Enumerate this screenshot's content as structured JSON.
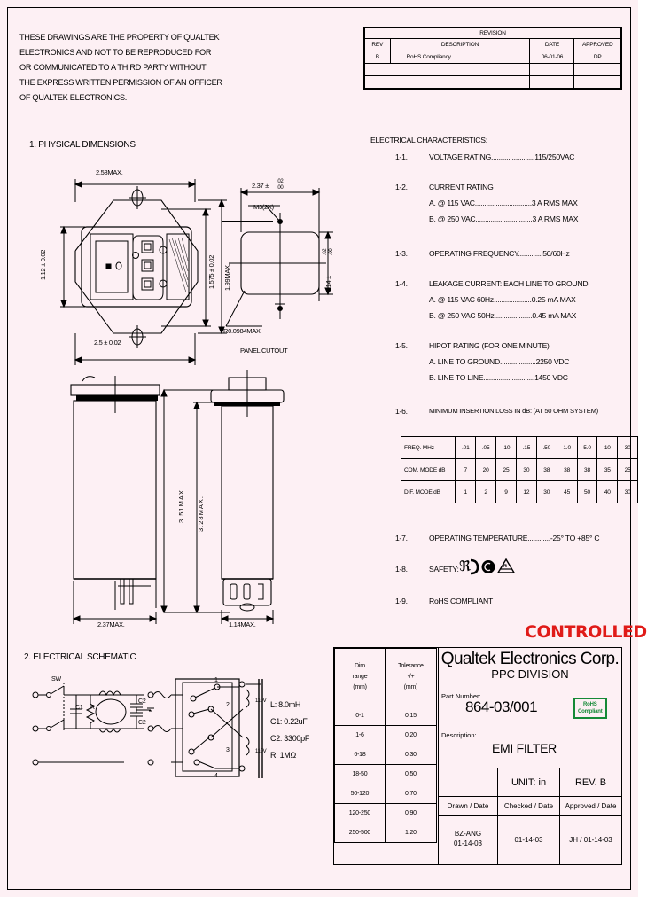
{
  "sheet": {
    "proprietary_notes": [
      "THESE DRAWINGS ARE THE PROPERTY OF QUALTEK",
      "ELECTRONICS AND NOT TO BE REPRODUCED FOR",
      "OR COMMUNICATED TO A THIRD PARTY WITHOUT",
      "THE EXPRESS WRITTEN PERMISSION OF AN OFFICER",
      "OF QUALTEK ELECTRONICS."
    ],
    "controlled_stamp": "CONTROLLED",
    "controlled_color": "#e01b18"
  },
  "revision_table": {
    "title": "REVISION",
    "headers": [
      "REV",
      "DESCRIPTION",
      "DATE",
      "APPROVED"
    ],
    "rows": [
      {
        "rev": "B",
        "description": "RoHS Compliancy",
        "date": "06-01-06",
        "approved": "DP"
      },
      {
        "rev": "",
        "description": "",
        "date": "",
        "approved": ""
      },
      {
        "rev": "",
        "description": "",
        "date": "",
        "approved": ""
      }
    ]
  },
  "sections": {
    "physical": "1.  PHYSICAL DIMENSIONS",
    "schematic": "2.  ELECTRICAL SCHEMATIC"
  },
  "dimensions": {
    "front_width_max": "2.58MAX.",
    "front_width_tol": "2.5 ± 0.02",
    "front_height_left": "1.12 ± 0.02",
    "front_height_mid": "1.575 ± 0.02",
    "front_height_max": "1.99MAX.",
    "cutout_width": "2.37 ±",
    "cutout_width_tol_up": ".02",
    "cutout_width_tol_dn": ".00",
    "cutout_screw": "M3(2X)",
    "cutout_height": "1.14 ±",
    "cutout_height_tol_up": ".02",
    "cutout_height_tol_dn": ".00",
    "cutout_radius": "R0.0984MAX.",
    "cutout_caption": "PANEL CUTOUT",
    "side_len_overall": "3.51MAX.",
    "side_len_body": "3.28MAX.",
    "side_width_left": "2.37MAX.",
    "side_width_right": "1.14MAX."
  },
  "electrical": {
    "title": "ELECTRICAL CHARACTERISTICS:",
    "items": [
      {
        "num": "1-1.",
        "text": "VOLTAGE RATING.......................115/250VAC",
        "subs": []
      },
      {
        "num": "1-2.",
        "text": "CURRENT RATING",
        "subs": [
          "A. @ 115 VAC..............................3 A RMS MAX",
          "B. @ 250 VAC..............................3 A RMS MAX"
        ]
      },
      {
        "num": "1-3.",
        "text": "OPERATING FREQUENCY.............50/60Hz",
        "subs": []
      },
      {
        "num": "1-4.",
        "text": "LEAKAGE CURRENT:  EACH LINE TO GROUND",
        "subs": [
          "A. @ 115 VAC 60Hz....................0.25  mA MAX",
          "B. @ 250 VAC 50Hz....................0.45  mA MAX"
        ]
      },
      {
        "num": "1-5.",
        "text": "HIPOT RATING (FOR ONE MINUTE)",
        "subs": [
          "A. LINE TO GROUND...................2250 VDC",
          "B. LINE TO LINE...........................1450 VDC"
        ]
      },
      {
        "num": "1-6.",
        "text": "MINIMUM INSERTION LOSS IN dB: (AT 50 OHM SYSTEM)",
        "subs": []
      },
      {
        "num": "1-7.",
        "text": "OPERATING TEMPERATURE............-25° TO +85° C",
        "subs": []
      },
      {
        "num": "1-8.",
        "text": "SAFETY:",
        "subs": []
      },
      {
        "num": "1-9.",
        "text": "RoHS COMPLIANT",
        "subs": []
      }
    ],
    "safety_marks": [
      "ul-recognized-icon",
      "ce-mark-icon",
      "tuv-triangle-icon"
    ]
  },
  "insertion_loss_table": {
    "row_labels": [
      "FREQ. MHz",
      "COM. MODE dB",
      "DIF. MODE dB"
    ],
    "frequencies": [
      ".01",
      ".05",
      ".10",
      ".15",
      ".50",
      "1.0",
      "5.0",
      "10",
      "30"
    ],
    "common_mode": [
      "7",
      "20",
      "25",
      "30",
      "38",
      "38",
      "38",
      "35",
      "25"
    ],
    "differential_mode": [
      "1",
      "2",
      "9",
      "12",
      "30",
      "45",
      "50",
      "40",
      "30"
    ]
  },
  "schematic": {
    "switch_label": "SW",
    "component_values": [
      "L:   8.0mH",
      "C1: 0.22uF",
      "C2: 3300pF",
      "R:   1MΩ"
    ],
    "terminal_numbers": [
      "1",
      "2",
      "3",
      "4"
    ],
    "winding_labels": [
      "110V",
      "110V"
    ],
    "cap_labels": [
      "C1",
      "R",
      "C2",
      "C2"
    ]
  },
  "title_block": {
    "tolerance_header": {
      "col1": [
        "Dim",
        "range",
        "(mm)"
      ],
      "col2": [
        "Tolerance",
        "-/+",
        "(mm)"
      ]
    },
    "tolerance_rows": [
      {
        "range": "0-1",
        "tol": "0.15"
      },
      {
        "range": "1-6",
        "tol": "0.20"
      },
      {
        "range": "6-18",
        "tol": "0.30"
      },
      {
        "range": "18-50",
        "tol": "0.50"
      },
      {
        "range": "50-120",
        "tol": "0.70"
      },
      {
        "range": "120-250",
        "tol": "0.90"
      },
      {
        "range": "250-500",
        "tol": "1.20"
      }
    ],
    "company": "Qualtek Electronics Corp.",
    "division": "PPC  DIVISION",
    "part_number_label": "Part Number:",
    "part_number": "864-03/001",
    "rohs_badge": [
      "RoHS",
      "Compliant"
    ],
    "rohs_color": "#158a37",
    "description_label": "Description:",
    "description": "EMI FILTER",
    "unit_label": "UNIT: in",
    "rev_label": "REV. B",
    "drawn_label": "Drawn / Date",
    "checked_label": "Checked / Date",
    "approved_label": "Approved / Date",
    "drawn_value_1": "BZ-ANG",
    "drawn_value_2": "01-14-03",
    "checked_value": "01-14-03",
    "approved_value": "JH / 01-14-03"
  }
}
